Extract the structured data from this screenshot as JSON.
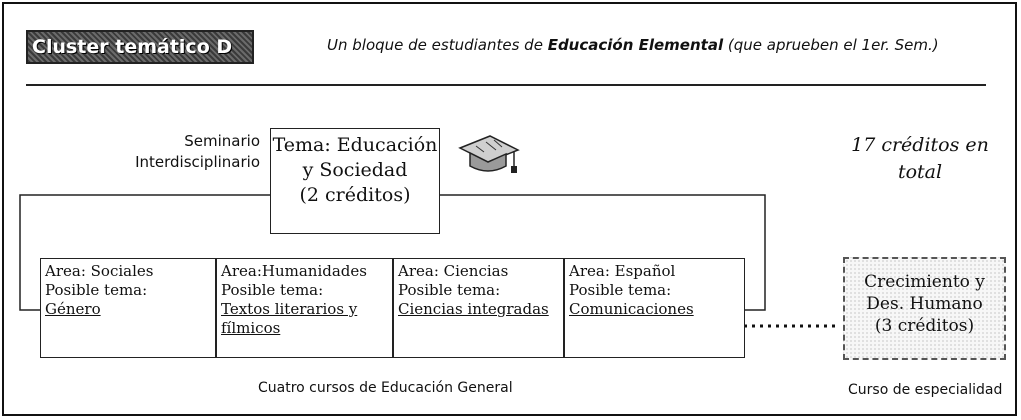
{
  "header": {
    "badge": "Cluster temático D",
    "subtitle_pre": "Un bloque de estudiantes de ",
    "subtitle_bold": "Educación Elemental",
    "subtitle_post": " (que aprueben el 1er. Sem.)"
  },
  "seminar": {
    "label_line1": "Seminario",
    "label_line2": "Interdisciplinario",
    "box_line1": "Tema: Educación",
    "box_line2": "y Sociedad",
    "box_line3": "(2 créditos)"
  },
  "total": {
    "line1": "17 créditos en",
    "line2": "total"
  },
  "courses": [
    {
      "area": "Area: Sociales",
      "tema_label": "Posible tema:",
      "tema": "Género"
    },
    {
      "area": "Area:Humanidades",
      "tema_label": "Posible tema:",
      "tema": "Textos literarios y fílmicos"
    },
    {
      "area": "Area: Ciencias",
      "tema_label": "Posible tema:",
      "tema": "Ciencias integradas"
    },
    {
      "area": "Area: Español",
      "tema_label": "Posible tema:",
      "tema": "Comunicaciones"
    }
  ],
  "specialty": {
    "line1": "Crecimiento y",
    "line2": "Des. Humano",
    "line3": "(3 créditos)"
  },
  "captions": {
    "general": "Cuatro cursos de Educación General",
    "specialty": "Curso de especialidad"
  },
  "icons": {
    "graduation": "graduation-cap-icon"
  }
}
